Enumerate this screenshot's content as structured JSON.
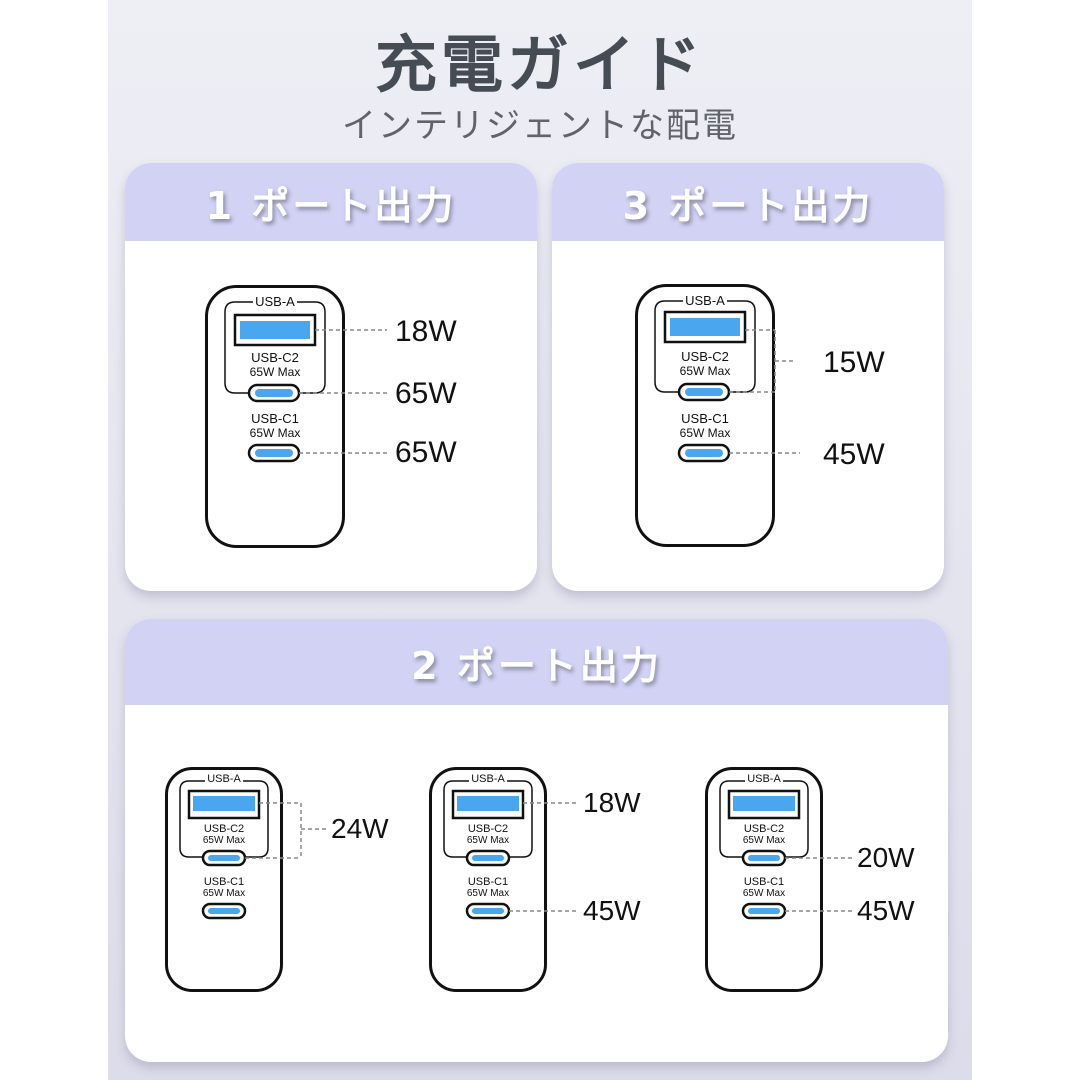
{
  "title": "充電ガイド",
  "subtitle": "インテリジェントな配電",
  "panels": {
    "one_port": {
      "header": "1 ポート出力"
    },
    "three_port": {
      "header": "3 ポート出力"
    },
    "two_port": {
      "header": "2 ポート出力"
    }
  },
  "port_labels": {
    "usb_a": "USB-A",
    "usb_c2": "USB-C2",
    "usb_c1": "USB-C1",
    "max": "65W Max"
  },
  "outputs": {
    "one_port": {
      "usb_a": "18W",
      "usb_c2": "65W",
      "usb_c1": "65W"
    },
    "three_port": {
      "usb_a_c2": "15W",
      "usb_c1": "45W"
    },
    "two_port_a_c2": {
      "usb_a_c2": "24W"
    },
    "two_port_a_c1": {
      "usb_a": "18W",
      "usb_c1": "45W"
    },
    "two_port_c2_c1": {
      "usb_c2": "20W",
      "usb_c1": "45W"
    }
  },
  "colors": {
    "header": "#d2d2f5",
    "port_blue": "#4aa6ee",
    "outline": "#111111"
  }
}
